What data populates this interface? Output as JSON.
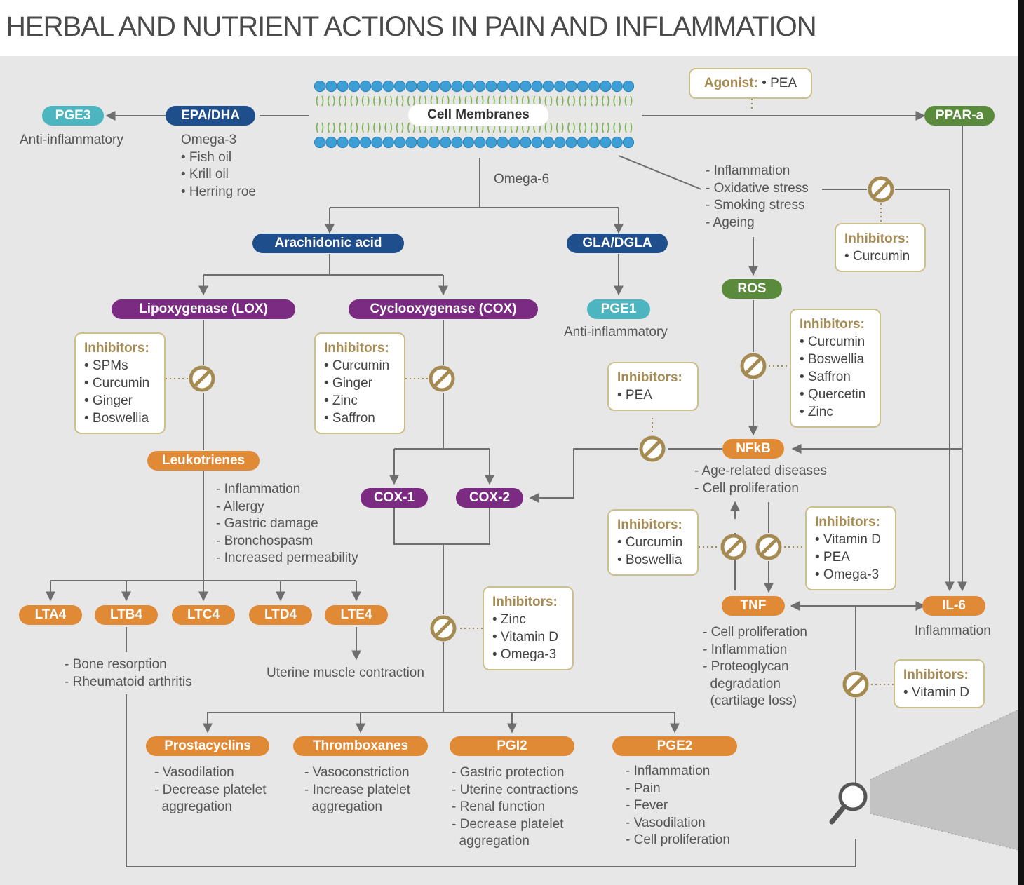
{
  "title": "HERBAL AND NUTRIENT ACTIONS IN PAIN AND INFLAMMATION",
  "colors": {
    "navy": "#1f4e8c",
    "teal": "#4cb5c0",
    "green": "#5a8a3c",
    "purple": "#7b2b82",
    "orange": "#e08a36",
    "inhibitor": "#a58b52",
    "line": "#6e6e6e"
  },
  "membrane": {
    "label": "Cell Membranes"
  },
  "agonist": {
    "label": "Agonist:",
    "item": "• PEA"
  },
  "nodes": {
    "pge3": "PGE3",
    "epa_dha": "EPA/DHA",
    "ppar": "PPAR-a",
    "arachidonic": "Arachidonic acid",
    "gla": "GLA/DGLA",
    "pge1": "PGE1",
    "lox": "Lipoxygenase (LOX)",
    "cox": "Cyclooxygenase (COX)",
    "ros": "ROS",
    "leukotrienes": "Leukotrienes",
    "nfkb": "NFkB",
    "cox1": "COX-1",
    "cox2": "COX-2",
    "lta4": "LTA4",
    "ltb4": "LTB4",
    "ltc4": "LTC4",
    "ltd4": "LTD4",
    "lte4": "LTE4",
    "tnf": "TNF",
    "il6": "IL-6",
    "prostacyclins": "Prostacyclins",
    "thromboxanes": "Thromboxanes",
    "pgi2": "PGI2",
    "pge2": "PGE2"
  },
  "texts": {
    "pge3_sub": "Anti-inflammatory",
    "omega3": [
      "Omega-3",
      "• Fish oil",
      "• Krill oil",
      "• Herring roe"
    ],
    "omega6": "Omega-6",
    "stress": [
      "- Inflammation",
      "- Oxidative stress",
      "- Smoking stress",
      "- Ageing"
    ],
    "pge1_sub": "Anti-inflammatory",
    "leuko_effects": [
      "- Inflammation",
      "- Allergy",
      "- Gastric damage",
      "- Bronchospasm",
      "- Increased permeability"
    ],
    "nfkb_effects": [
      "- Age-related diseases",
      "- Cell proliferation"
    ],
    "ltb4_effects": [
      "- Bone resorption",
      "- Rheumatoid arthritis"
    ],
    "lte4_effects": "Uterine muscle contraction",
    "tnf_effects": [
      "- Cell proliferation",
      "- Inflammation",
      "- Proteoglycan",
      "  degradation",
      "  (cartilage loss)"
    ],
    "il6_sub": "Inflammation",
    "prostacyclins_effects": [
      "- Vasodilation",
      "- Decrease platelet",
      "  aggregation"
    ],
    "thromboxanes_effects": [
      "- Vasoconstriction",
      "- Increase platelet",
      "  aggregation"
    ],
    "pgi2_effects": [
      "- Gastric protection",
      "- Uterine contractions",
      "- Renal function",
      "- Decrease platelet",
      "  aggregation"
    ],
    "pge2_effects": [
      "- Inflammation",
      "- Pain",
      "- Fever",
      "- Vasodilation",
      "- Cell proliferation"
    ]
  },
  "inhibitors": {
    "heading": "Inhibitors:",
    "lox": [
      "• SPMs",
      "• Curcumin",
      "• Ginger",
      "• Boswellia"
    ],
    "cox": [
      "• Curcumin",
      "• Ginger",
      "• Zinc",
      "• Saffron"
    ],
    "oxidative": [
      "• Curcumin"
    ],
    "ros": [
      "• Curcumin",
      "• Boswellia",
      "• Saffron",
      "• Quercetin",
      "• Zinc"
    ],
    "nfkb_cox2": [
      "• PEA"
    ],
    "tnf_left": [
      "• Curcumin",
      "• Boswellia"
    ],
    "tnf_right": [
      "• Vitamin D",
      "• PEA",
      "• Omega-3"
    ],
    "cox_products": [
      "• Zinc",
      "• Vitamin D",
      "• Omega-3"
    ],
    "il6": [
      "• Vitamin D"
    ]
  }
}
